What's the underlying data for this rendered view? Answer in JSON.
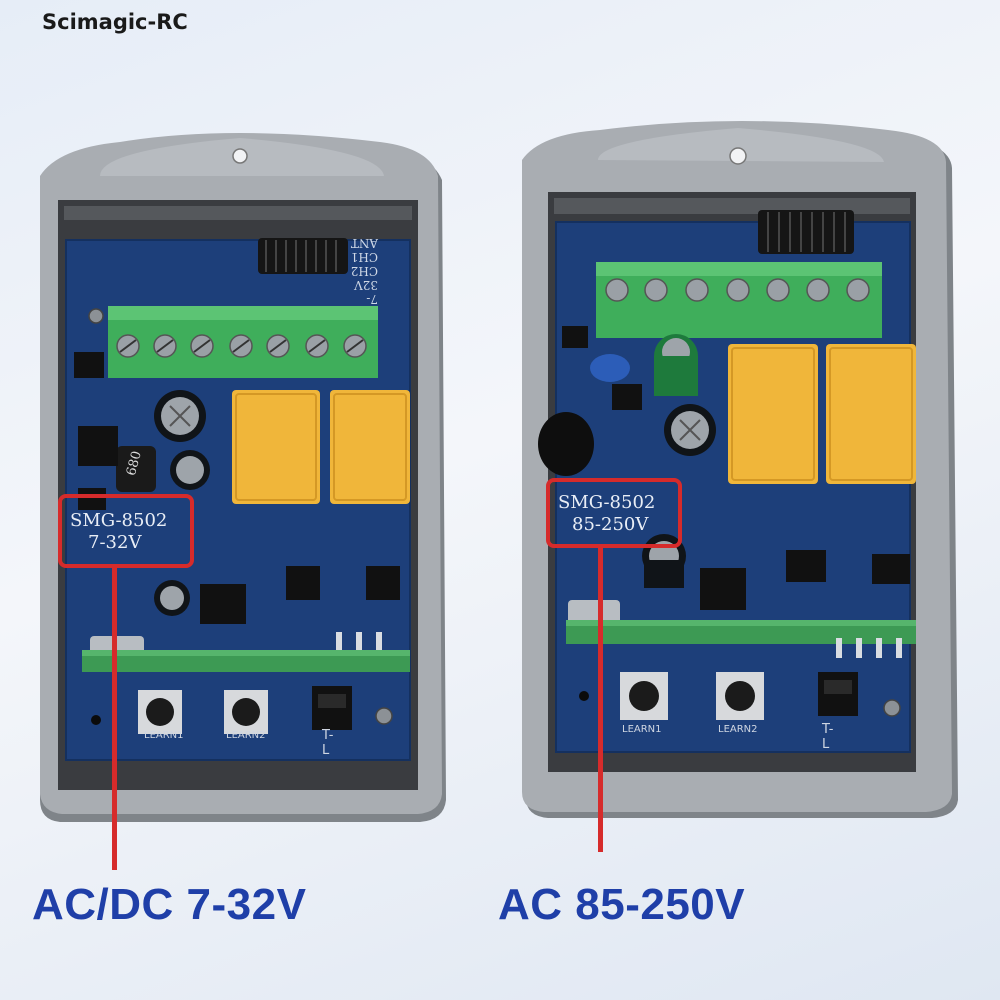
{
  "brand": "Scimagic-RC",
  "left_unit": {
    "model": "SMG-8502",
    "voltage_on_board": "7-32V",
    "caption": "AC/DC 7-32V",
    "terminal_header": "7-32V    CH2    CH1    ANT",
    "learn1": "LEARN1",
    "learn2": "LEARN2",
    "jumper": "T-L",
    "chip": "680"
  },
  "right_unit": {
    "model": "SMG-8502",
    "voltage_on_board": "85-250V",
    "caption": "AC 85-250V",
    "learn1": "LEARN1",
    "learn2": "LEARN2",
    "jumper": "T-L"
  },
  "colors": {
    "accent_red": "#d62b2b",
    "caption_blue": "#1f3fa8",
    "pcb_blue": "#1d3f7a",
    "case_gray": "#a9adb2",
    "terminal_green": "#3fae5b",
    "relay_yellow": "#f0b63a"
  }
}
